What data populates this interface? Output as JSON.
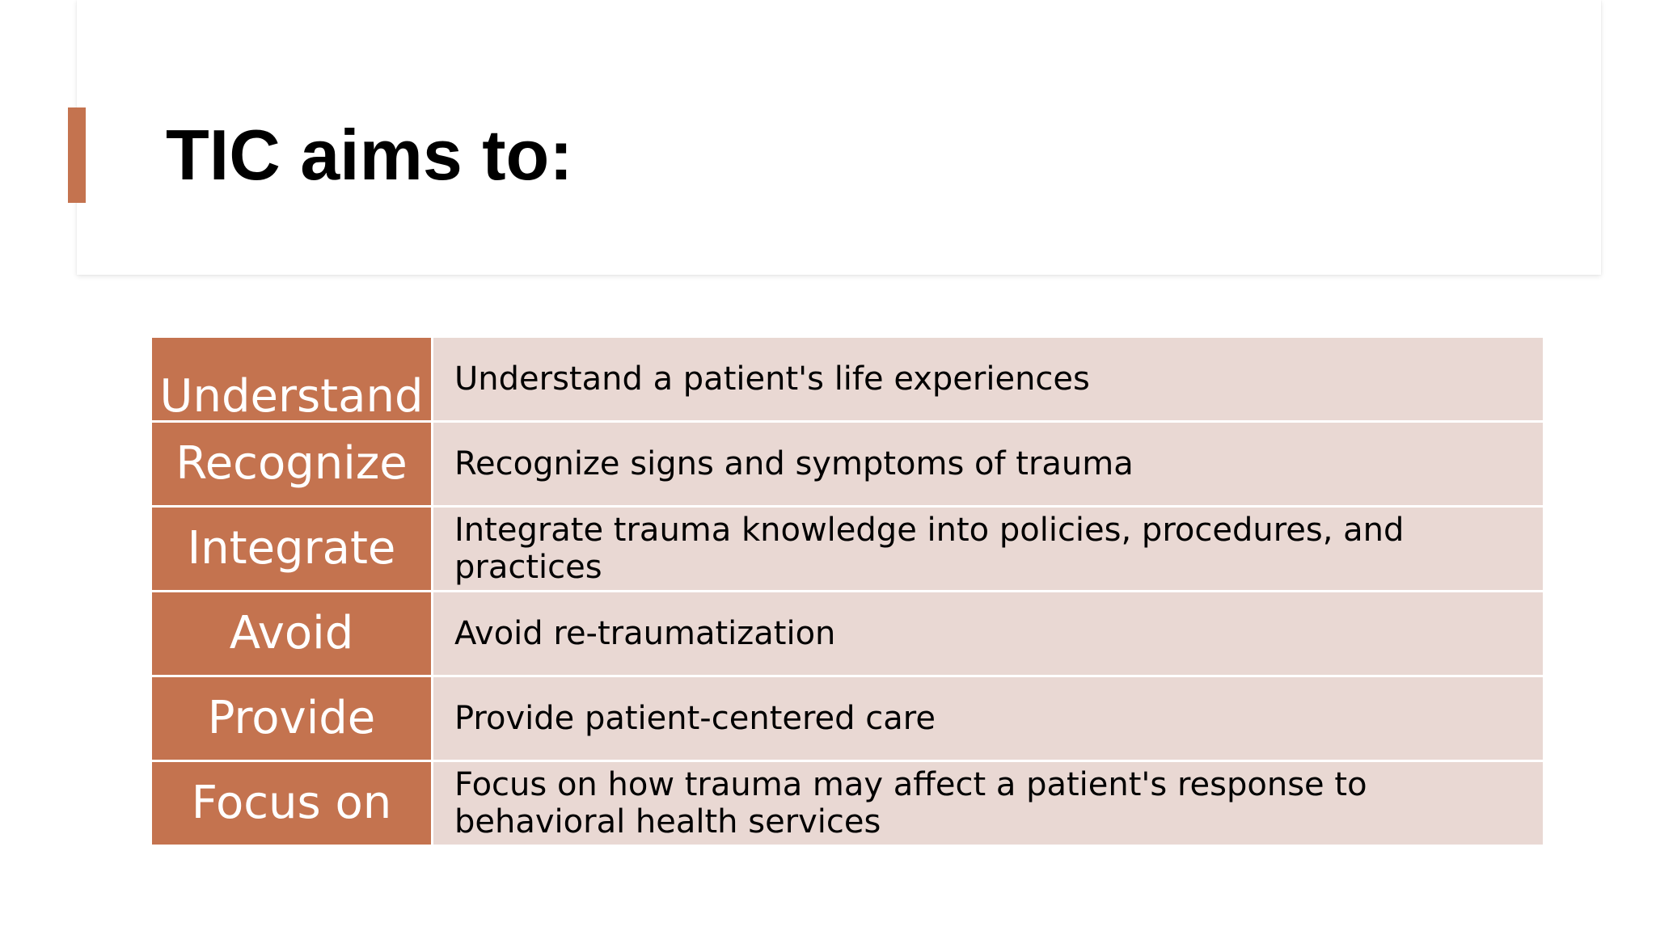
{
  "slide": {
    "title": "TIC aims to:"
  },
  "colors": {
    "accent": "#c4734f",
    "row_background": "#e9d8d3",
    "keyword_text": "#ffffff",
    "title_text": "#000000"
  },
  "aims": [
    {
      "keyword": "Understand",
      "description": "Understand a patient's life experiences"
    },
    {
      "keyword": "Recognize",
      "description": "Recognize signs and symptoms of trauma"
    },
    {
      "keyword": "Integrate",
      "description": "Integrate trauma knowledge into policies, procedures, and practices"
    },
    {
      "keyword": "Avoid",
      "description": "Avoid re-traumatization"
    },
    {
      "keyword": "Provide",
      "description": "Provide patient-centered care"
    },
    {
      "keyword": "Focus on",
      "description": "Focus on how trauma may affect a patient's response to behavioral health services"
    }
  ]
}
